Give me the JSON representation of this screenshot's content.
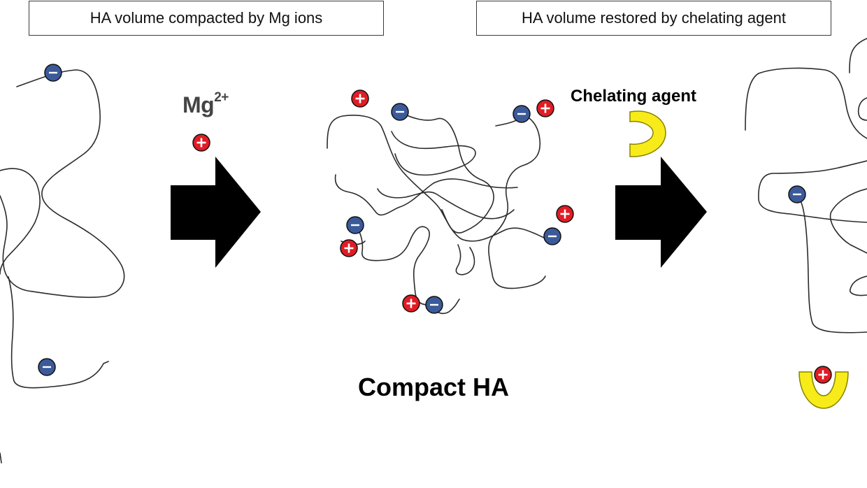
{
  "labels": {
    "left_box": "HA volume compacted by Mg ions",
    "right_box": "HA volume restored by chelating agent",
    "mg_base": "Mg",
    "mg_charge": "2+",
    "chelating_agent": "Chelating agent",
    "compact": "Compact HA"
  },
  "colors": {
    "negative_ion": "#3b5a9a",
    "positive_ion": "#e01c24",
    "chelator": "#f7ec1a",
    "arrow": "#000000",
    "chain": "#2b2b2b"
  },
  "icons": {
    "negative": "minus-ion-icon",
    "positive": "plus-ion-icon",
    "chelator": "chelator-icon",
    "arrow": "right-arrow-icon"
  }
}
